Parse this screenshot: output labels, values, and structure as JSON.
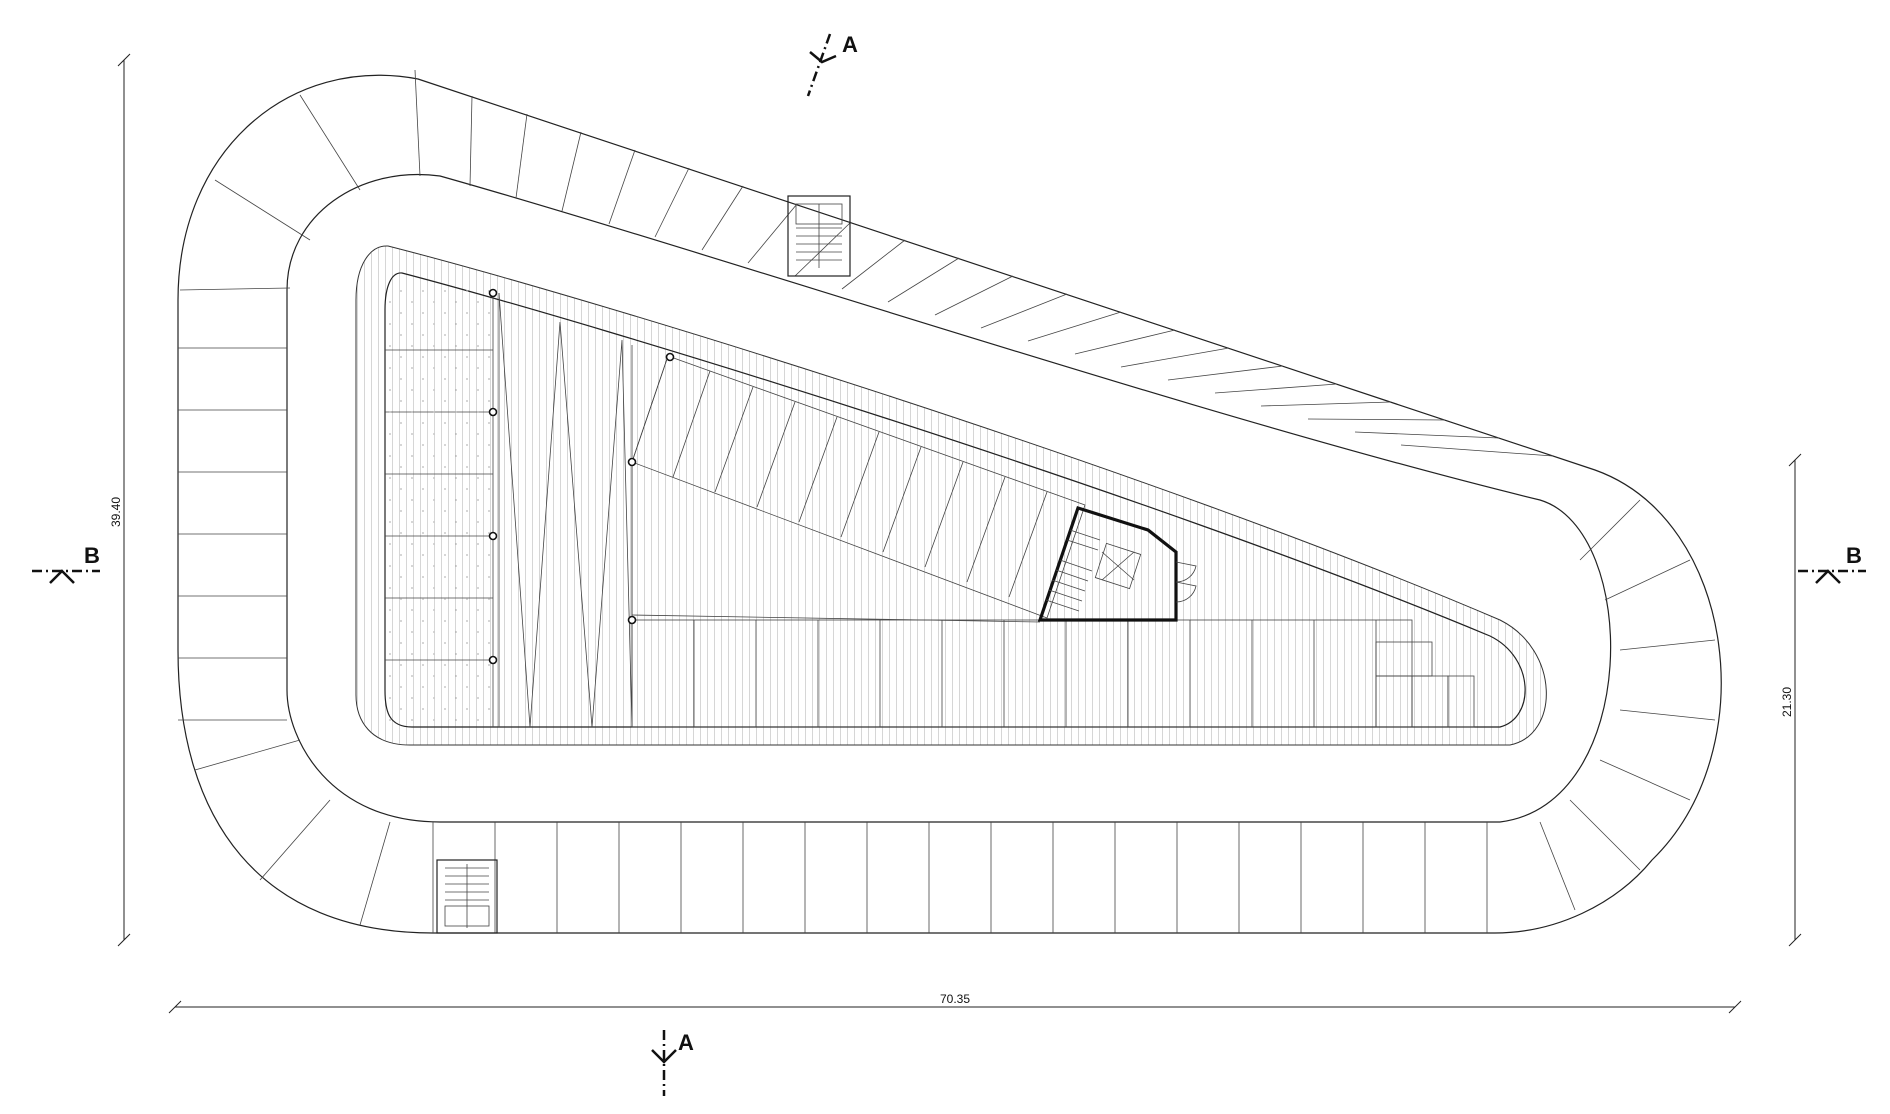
{
  "section_marks": {
    "a_top": "A",
    "a_bottom": "A",
    "b_left": "B",
    "b_right": "B"
  },
  "dimensions": {
    "overall_width": "70.35",
    "overall_height": "39.40",
    "right_height": "21.30"
  }
}
